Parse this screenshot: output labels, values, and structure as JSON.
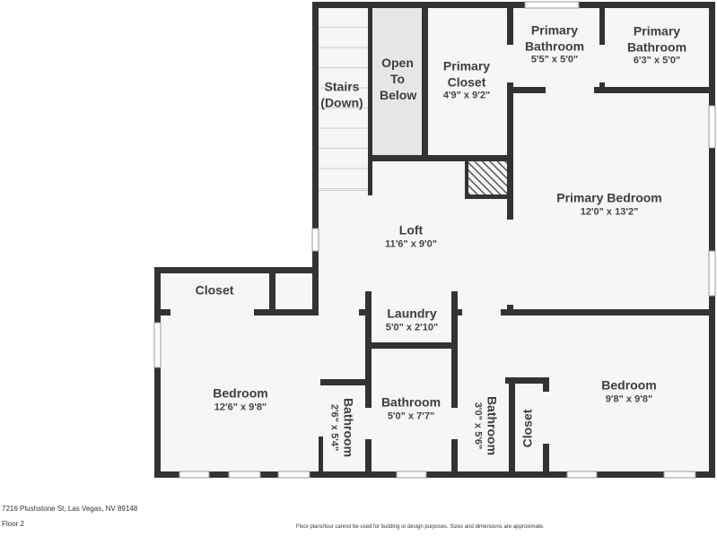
{
  "plan": {
    "rooms": [
      {
        "name": "Stairs (Down)",
        "dims": ""
      },
      {
        "name": "Open To Below",
        "dims": ""
      },
      {
        "name": "Primary Closet",
        "dims": "4'9\" x 9'2\""
      },
      {
        "name": "Primary Bathroom",
        "dims": "5'5\" x 5'0\""
      },
      {
        "name": "Primary Bathroom",
        "dims": "6'3\" x 5'0\""
      },
      {
        "name": "Primary Bedroom",
        "dims": "12'0\" x 13'2\""
      },
      {
        "name": "Loft",
        "dims": "11'6\" x 9'0\""
      },
      {
        "name": "Closet",
        "dims": ""
      },
      {
        "name": "Laundry",
        "dims": "5'0\" x 2'10\""
      },
      {
        "name": "Bedroom",
        "dims": "12'6\" x 9'8\""
      },
      {
        "name": "Bathroom",
        "dims": "2'6\" x 5'4\""
      },
      {
        "name": "Bathroom",
        "dims": "5'0\" x 7'7\""
      },
      {
        "name": "Bathroom",
        "dims": "3'0\" x 5'6\""
      },
      {
        "name": "Closet",
        "dims": ""
      },
      {
        "name": "Bedroom",
        "dims": "9'8\" x 9'8\""
      }
    ],
    "colors": {
      "wall": "#333333",
      "floor": "#f6f6f6",
      "open_to_below": "#e6e6e6"
    }
  },
  "footer": {
    "address": "7216 Plushstone St, Las Vegas, NV 89148",
    "floor": "Floor 2",
    "disclaimer": "Floor plans/tour cannot be used for building or design purposes. Sizes and dimensions are approximate."
  }
}
